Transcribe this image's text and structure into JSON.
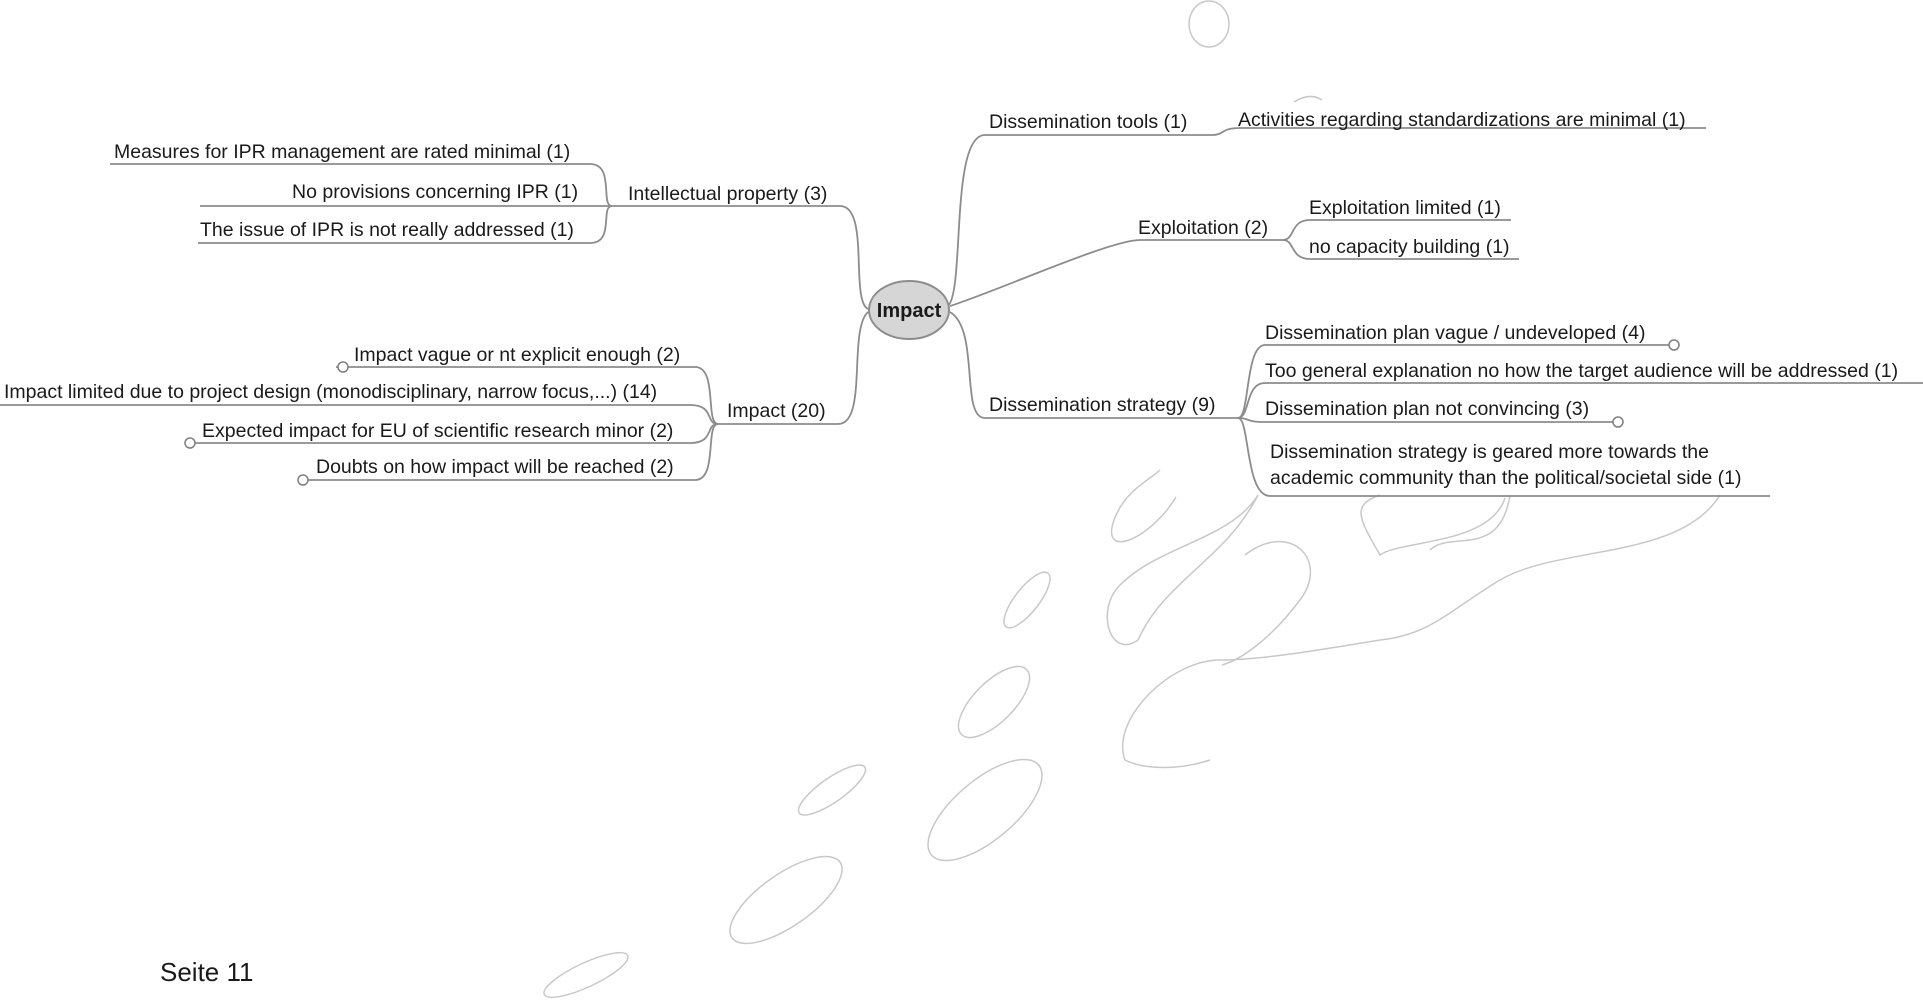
{
  "mindmap": {
    "root": "Impact",
    "left": [
      {
        "label": "Intellectual property (3)",
        "children": [
          "Measures for IPR management are rated minimal (1)",
          "No provisions concerning IPR (1)",
          "The issue of IPR is not really addressed (1)"
        ]
      },
      {
        "label": "Impact (20)",
        "children": [
          "Impact vague or nt explicit enough (2)",
          "Impact limited due to project design (monodisciplinary, narrow focus,...) (14)",
          "Expected impact for EU of scientific research minor (2)",
          "Doubts on how impact will be reached (2)"
        ]
      }
    ],
    "right": [
      {
        "label": "Dissemination tools (1)",
        "children": [
          "Activities regarding standardizations are minimal (1)"
        ]
      },
      {
        "label": "Exploitation (2)",
        "children": [
          "Exploitation limited (1)",
          "no capacity building (1)"
        ]
      },
      {
        "label": "Dissemination strategy (9)",
        "children": [
          "Dissemination plan vague / undeveloped (4)",
          "Too general explanation no how the target audience will be addressed (1)",
          "Dissemination plan not convincing (3)",
          "Dissemination strategy is geared more towards the",
          "academic community than the political/societal side (1)"
        ]
      }
    ]
  },
  "footer": "Seite 11"
}
